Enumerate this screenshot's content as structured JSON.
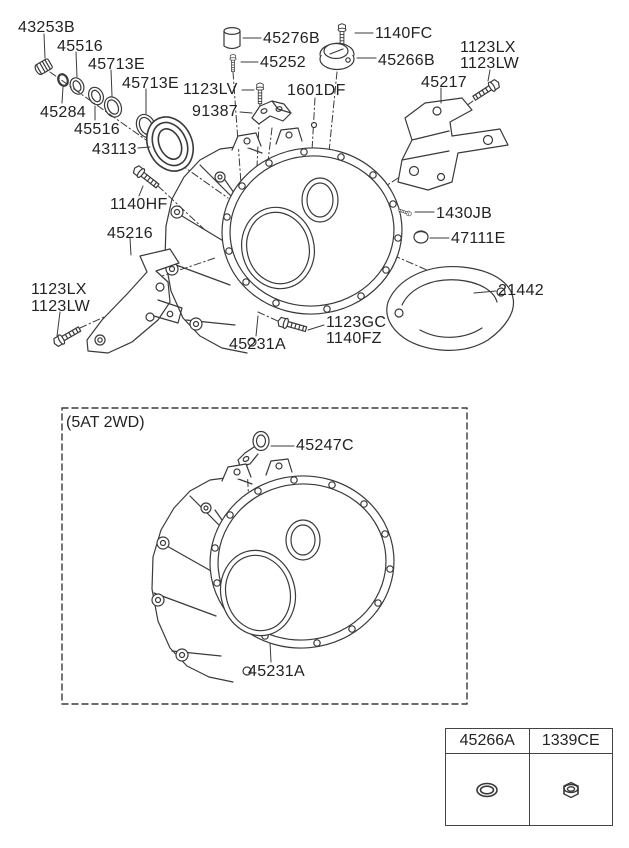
{
  "figure": {
    "kind": "exploded-parts-diagram",
    "colors": {
      "line": "#3a3a3a",
      "text": "#232323",
      "background": "#ffffff"
    }
  },
  "main_view": {
    "labels": [
      {
        "code": "43253B"
      },
      {
        "code": "45516"
      },
      {
        "code": "45713E"
      },
      {
        "code": "45713E"
      },
      {
        "code": "45284"
      },
      {
        "code": "45516"
      },
      {
        "code": "43113"
      },
      {
        "code": "1140HF"
      },
      {
        "code": "45216"
      },
      {
        "code": "1123LX"
      },
      {
        "code": "1123LW"
      },
      {
        "code": "45231A"
      },
      {
        "code": "45276B"
      },
      {
        "code": "45252"
      },
      {
        "code": "1123LV"
      },
      {
        "code": "91387"
      },
      {
        "code": "1601DF"
      },
      {
        "code": "1140FC"
      },
      {
        "code": "45266B"
      },
      {
        "code": "1123LX"
      },
      {
        "code": "1123LW"
      },
      {
        "code": "45217"
      },
      {
        "code": "1430JB"
      },
      {
        "code": "47111E"
      },
      {
        "code": "21442"
      },
      {
        "code": "1123GC"
      },
      {
        "code": "1140FZ"
      }
    ]
  },
  "inset_view": {
    "caption": "(5AT 2WD)",
    "labels": [
      {
        "code": "45247C"
      },
      {
        "code": "45231A"
      }
    ]
  },
  "parts_table": {
    "columns": [
      {
        "header": "45266A",
        "icon": "o-ring-icon"
      },
      {
        "header": "1339CE",
        "icon": "flange-nut-icon"
      }
    ]
  }
}
